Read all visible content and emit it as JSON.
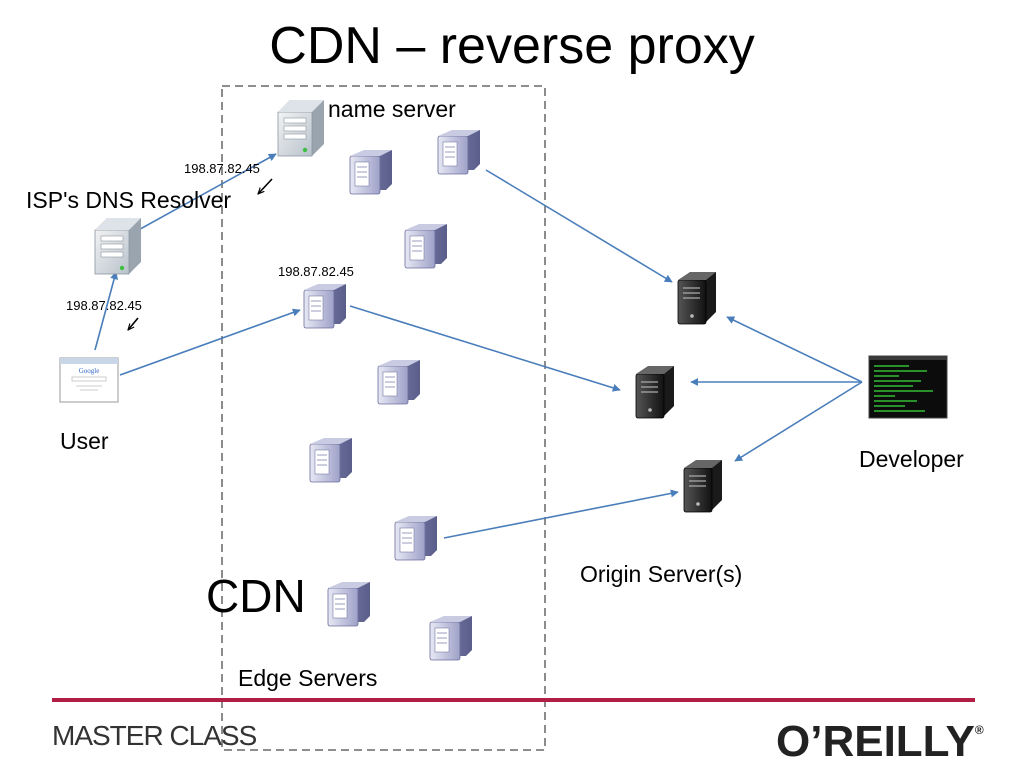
{
  "slide": {
    "title": "CDN – reverse proxy",
    "cdn_label": "CDN",
    "edge_servers_label": "Edge Servers",
    "name_server_label": "name server",
    "isp_dns_label": "ISP's DNS Resolver",
    "user_label": "User",
    "developer_label": "Developer",
    "origin_label": "Origin Server(s)",
    "ip_labels": [
      "198.87.82.45",
      "198.87.82.45",
      "198.87.82.45"
    ],
    "browser_thumbnail_text": "Google"
  },
  "footer": {
    "left": "MASTER CLASS",
    "right": "O’REILLY",
    "registered_mark": "®"
  },
  "colors": {
    "arrow": "#4a7ebb",
    "footer_rule": "#b01e46",
    "dashed_box": "#7f7f7f",
    "edge_server_body": "#8a8db8",
    "origin_server_body": "#222222",
    "terminal_text": "#3de03d"
  },
  "icons": [
    "name-server-icon",
    "dns-resolver-icon",
    "browser-icon",
    "edge-server-icon",
    "origin-server-icon",
    "terminal-icon"
  ]
}
